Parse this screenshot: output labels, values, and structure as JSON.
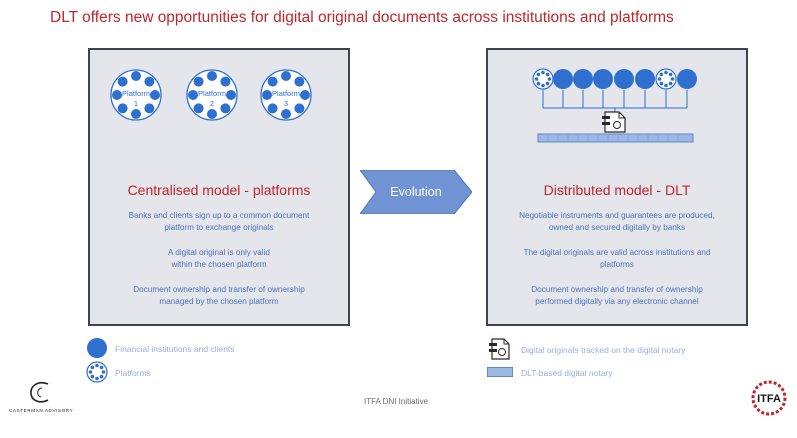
{
  "title": "DLT offers new opportunities for digital original documents across institutions and platforms",
  "left": {
    "platforms": [
      {
        "name": "Platform",
        "number": "1"
      },
      {
        "name": "Platform",
        "number": "2"
      },
      {
        "name": "Platform",
        "number": "3"
      }
    ],
    "heading": "Centralised model - platforms",
    "paragraphs": [
      [
        "Banks and clients sign up to a common document",
        "platform to exchange originals"
      ],
      [
        "A digital original is only valid",
        "within the chosen platform"
      ],
      [
        "Document ownership and transfer of ownership",
        "managed by the chosen platform"
      ]
    ]
  },
  "arrow_label": "Evolution",
  "right": {
    "heading": "Distributed model - DLT",
    "paragraphs": [
      [
        "Negotiable instruments and guarantees are produced,",
        "owned and secured digitally by banks"
      ],
      [
        "The digital originals are valid across institutions and",
        "platforms"
      ],
      [
        "Document ownership and transfer of ownership",
        "performed digitally via any electronic channel"
      ]
    ]
  },
  "legend": {
    "institutions": "Financial institutions and clients",
    "platforms": "Platforms",
    "originals": "Digital originals tracked on the digital notary",
    "notary": "DLT-based digital notary"
  },
  "footer": "ITFA DNI Initiative",
  "logos": {
    "casterman": "CASTERMAN ADVISORY",
    "itfa": "ITFA"
  },
  "colors": {
    "title": "#c0262d",
    "node": "#2f6fd0",
    "text": "#4a74b8",
    "arrow": "#6f93d3",
    "panel": "#e5e5ec"
  }
}
